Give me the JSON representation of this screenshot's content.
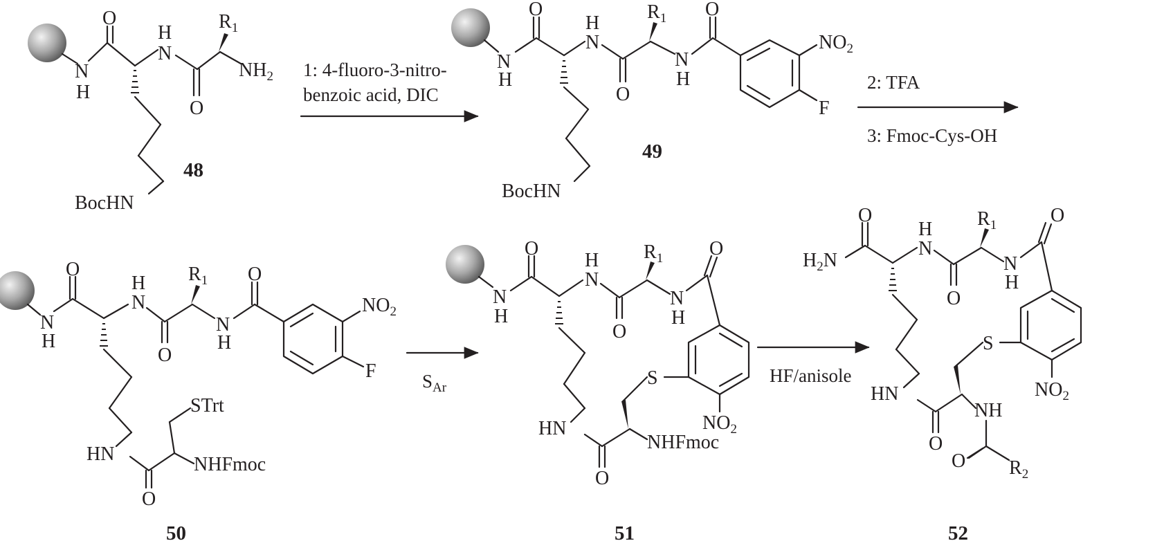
{
  "compounds": {
    "c48": "48",
    "c49": "49",
    "c50": "50",
    "c51": "51",
    "c52": "52"
  },
  "steps": {
    "step1_line1": "1: 4-fluoro-3-nitro-",
    "step1_line2": "benzoic acid, DIC",
    "step2": "2: TFA",
    "step3": "3: Fmoc-Cys-OH",
    "step4_main": "S",
    "step4_sub": "Ar",
    "step5": "HF/anisole"
  },
  "atoms": {
    "O": "O",
    "N": "N",
    "H": "H",
    "F": "F",
    "S": "S",
    "R": "R",
    "one": "1",
    "two": "2",
    "NH": "NH",
    "NO": "NO",
    "H2N": "H",
    "BocHN": "BocHN",
    "HN": "HN",
    "NHFmoc": "NHFmoc",
    "STrt": "STrt"
  }
}
